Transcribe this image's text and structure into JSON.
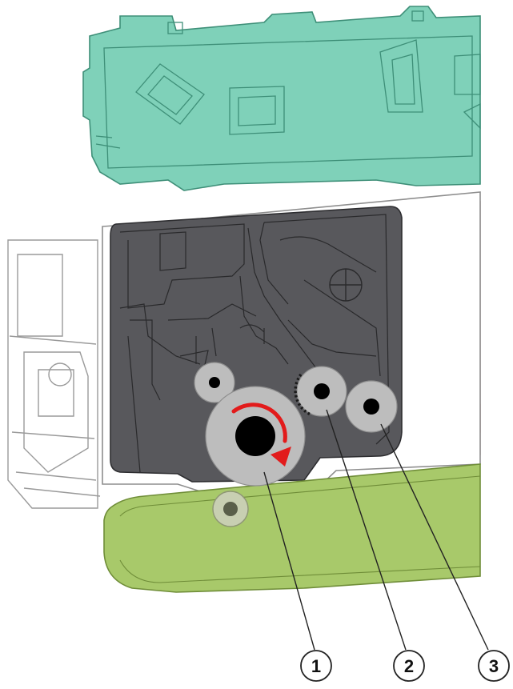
{
  "diagram": {
    "callouts": [
      {
        "id": 1,
        "label": "1"
      },
      {
        "id": 2,
        "label": "2"
      },
      {
        "id": 3,
        "label": "3"
      }
    ],
    "colors": {
      "top_cover": "#7fd1b9",
      "top_cover_stroke": "#3e8f78",
      "cartridge_body": "#58585c",
      "cartridge_stroke": "#2d2d30",
      "right_module": "#ec9da2",
      "bottom_tray": "#a8c96a",
      "bottom_tray_stroke": "#6f8d38",
      "roller": "#bdbdbd",
      "roller_hub": "#000000",
      "rotation_arrow": "#e21b1b",
      "outline": "#9a9a9a",
      "callout_line": "#222222"
    }
  }
}
